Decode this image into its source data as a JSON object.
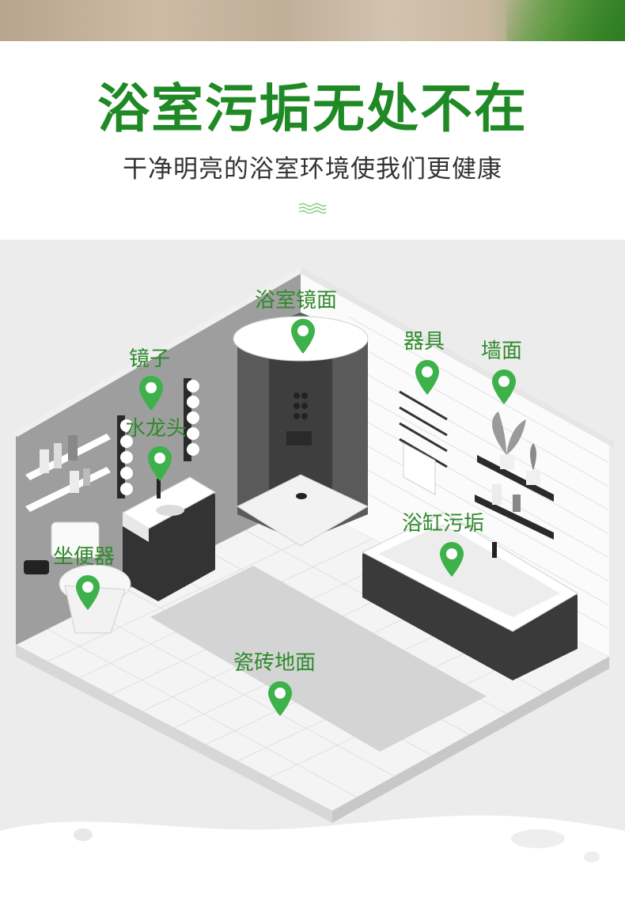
{
  "header": {
    "title": "浴室污垢无处不在",
    "subtitle": "干净明亮的浴室环境使我们更健康"
  },
  "colors": {
    "accent_green": "#1f8a25",
    "label_green": "#2f8a2c",
    "pin_green": "#3db14a"
  },
  "hotspots": [
    {
      "id": "shower-mirror",
      "label": "浴室镜面",
      "icon": "map-pin-icon"
    },
    {
      "id": "mirror",
      "label": "镜子",
      "icon": "map-pin-icon"
    },
    {
      "id": "faucet",
      "label": "水龙头",
      "icon": "map-pin-icon"
    },
    {
      "id": "fixtures",
      "label": "器具",
      "icon": "map-pin-icon"
    },
    {
      "id": "wall",
      "label": "墙面",
      "icon": "map-pin-icon"
    },
    {
      "id": "bathtub",
      "label": "浴缸污垢",
      "icon": "map-pin-icon"
    },
    {
      "id": "toilet",
      "label": "坐便器",
      "icon": "map-pin-icon"
    },
    {
      "id": "floor",
      "label": "瓷砖地面",
      "icon": "map-pin-icon"
    }
  ]
}
